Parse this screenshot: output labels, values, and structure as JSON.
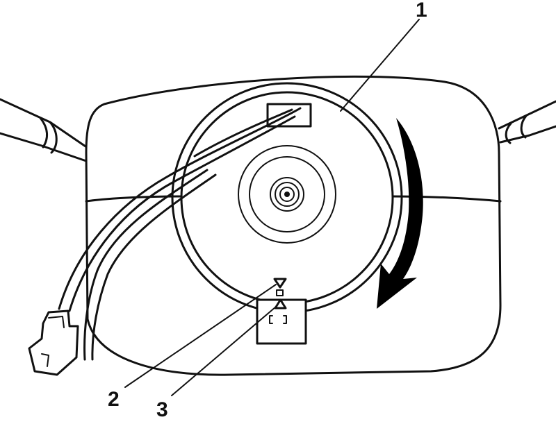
{
  "figure": {
    "callouts": [
      {
        "id": "1",
        "label": "1"
      },
      {
        "id": "2",
        "label": "2"
      },
      {
        "id": "3",
        "label": "3"
      }
    ],
    "colors": {
      "line": "#111111",
      "background": "#ffffff",
      "arrow": "#000000"
    },
    "arrow_direction": "clockwise"
  }
}
